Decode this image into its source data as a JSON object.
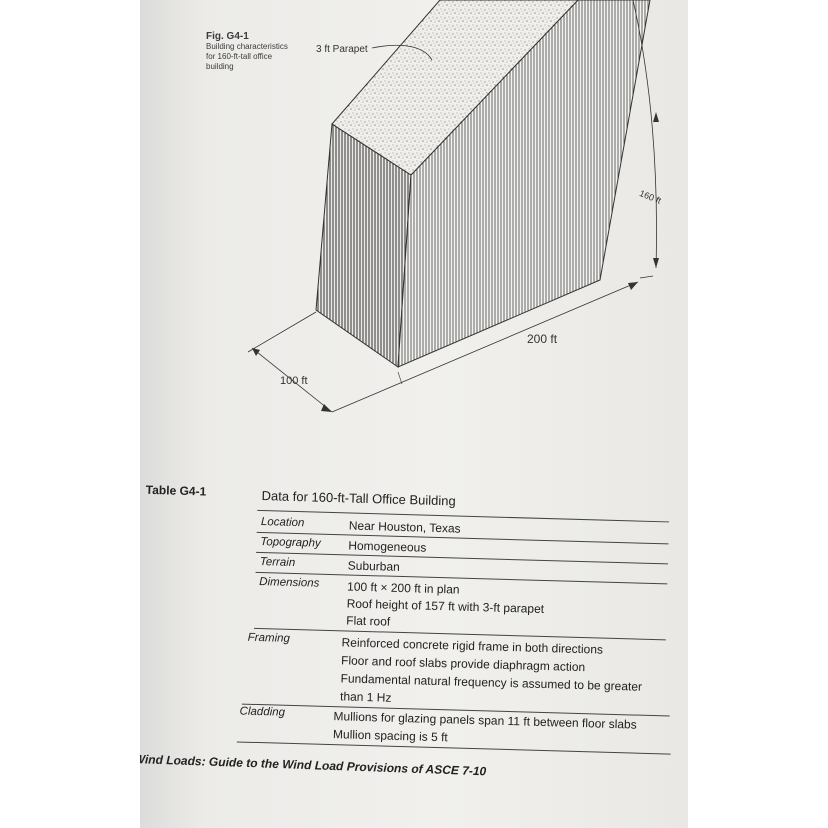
{
  "figure": {
    "number": "Fig. G4-1",
    "caption": "Building characteristics for 160-ft-tall office building",
    "labels": {
      "parapet": "3 ft Parapet",
      "height": "160 ft",
      "length": "200 ft",
      "width": "100 ft"
    }
  },
  "table": {
    "label": "Table G4-1",
    "title": "Data for 160-ft-Tall Office Building",
    "rows": [
      {
        "key": "Location",
        "values": [
          "Near Houston, Texas"
        ]
      },
      {
        "key": "Topography",
        "values": [
          "Homogeneous"
        ]
      },
      {
        "key": "Terrain",
        "values": [
          "Suburban"
        ]
      },
      {
        "key": "Dimensions",
        "values": [
          "100 ft × 200 ft in plan",
          "Roof height of 157 ft with 3-ft parapet",
          "Flat roof"
        ]
      },
      {
        "key": "Framing",
        "values": [
          "Reinforced concrete rigid frame in both directions",
          "Floor and roof slabs provide diaphragm action",
          "Fundamental natural frequency is assumed to be greater",
          "than 1 Hz"
        ]
      },
      {
        "key": "Cladding",
        "values": [
          "Mullions for glazing panels span 11 ft between floor slabs",
          "Mullion spacing is 5 ft"
        ]
      }
    ]
  },
  "footer": "Wind Loads: Guide to the Wind Load Provisions of ASCE 7-10"
}
